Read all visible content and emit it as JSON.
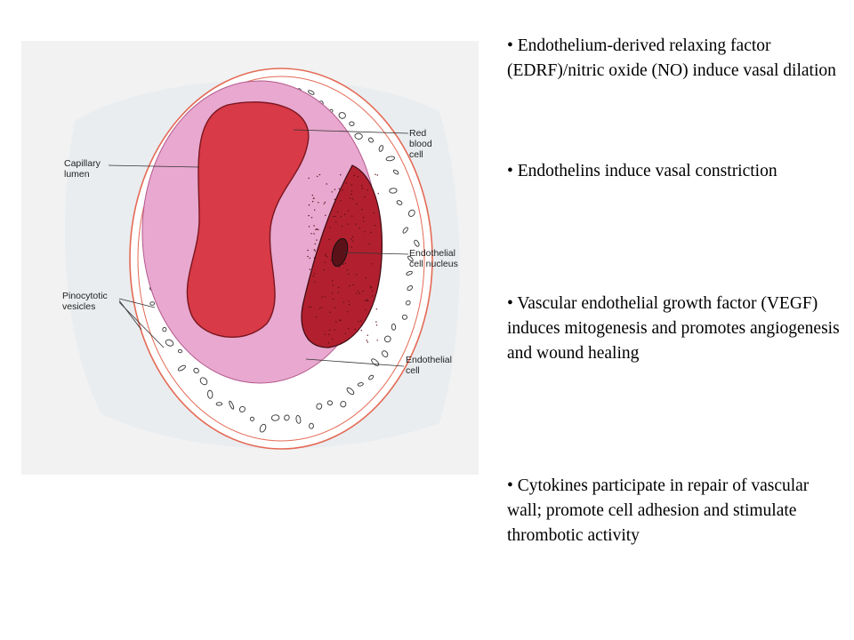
{
  "diagram": {
    "labels": {
      "red_blood_cell": [
        "Red",
        "blood",
        "cell"
      ],
      "capillary_lumen": [
        "Capillary",
        "lumen"
      ],
      "endothelial_nucleus": [
        "Endothelial",
        "cell nucleus"
      ],
      "pinocytotic_vesicles": [
        "Pinocytotic",
        "vesicles"
      ],
      "endothelial_cell": [
        "Endothelial",
        "cell"
      ]
    },
    "colors": {
      "rbc": "#d83a47",
      "lumen": "#e8a8cf",
      "endothelial_cytoplasm": "#b2202f",
      "membrane": "#e46a55"
    }
  },
  "bullets": [
    {
      "marker": "•",
      "text": "Endothelium-derived relaxing factor (EDRF)/nitric oxide (NO) induce vasal dilation"
    },
    {
      "marker": "•",
      "text": "Endothelins induce vasal constriction"
    },
    {
      "marker": "•",
      "text": "Vascular endothelial growth factor (VEGF) induces mitogenesis and promotes angiogenesis and wound healing"
    },
    {
      "marker": "•",
      "text": "Cytokines participate in repair of vascular wall; promote cell adhesion and stimulate thrombotic activity"
    }
  ]
}
